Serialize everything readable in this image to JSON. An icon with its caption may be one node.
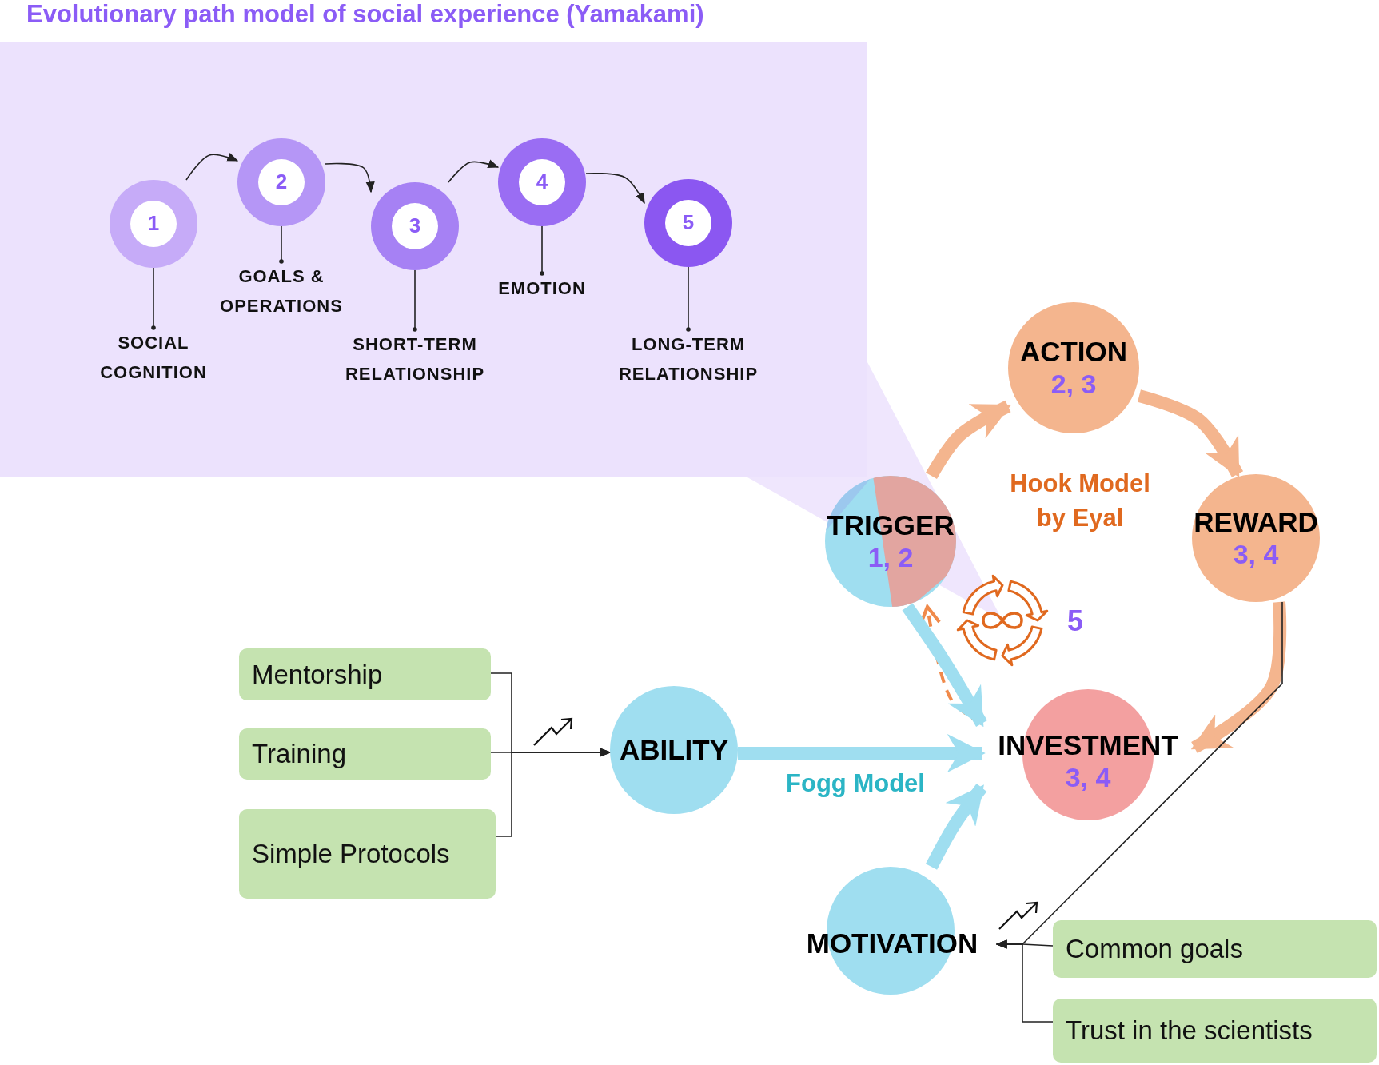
{
  "diagram": {
    "title": "Evolutionary path model of social experience (Yamakami)",
    "nodes": [
      {
        "text": [],
        "shape": "box"
      },
      {
        "text": [
          "1"
        ],
        "in": 0
      },
      {
        "text": [
          "2"
        ],
        "in": 0
      },
      {
        "text": [
          "3"
        ],
        "in": 0
      },
      {
        "text": [
          "4"
        ],
        "in": 0
      },
      {
        "text": [
          "5"
        ],
        "in": 0
      },
      {
        "text": [
          "ACTION",
          "2, 3"
        ]
      },
      {
        "text": [
          "REWARD",
          "3, 4"
        ]
      },
      {
        "text": [
          "INVESTMENT",
          "3, 4"
        ]
      },
      {
        "text": [
          "TRIGGER",
          "1, 2"
        ]
      },
      {
        "text": [
          "ABILITY"
        ]
      },
      {
        "text": [
          "MOTIVATION"
        ]
      },
      {
        "text": [
          "Mentorship"
        ]
      },
      {
        "text": [
          "Training"
        ]
      },
      {
        "text": [
          "Simple Protocols"
        ]
      },
      {
        "text": [
          "Common goals"
        ]
      },
      {
        "text": [
          "Trust in the scientists"
        ]
      },
      {
        "text": [
          "SOCIAL COGNITION"
        ],
        "in": 0
      },
      {
        "text": [
          "GOALS & OPERATIONS"
        ],
        "in": 0
      },
      {
        "text": [
          "SHORT-TERM RELATIONSHIP"
        ],
        "in": 0
      },
      {
        "text": [
          "EMOTION"
        ],
        "in": 0
      },
      {
        "text": [
          "LONG-TERM RELATIONSHIP"
        ],
        "in": 0
      }
    ],
    "edges": [
      {
        "from": 1,
        "to": 2,
        "arrow": "to"
      },
      {
        "from": 2,
        "to": 3,
        "arrow": "to"
      },
      {
        "from": 3,
        "to": 4,
        "arrow": "to"
      },
      {
        "from": 4,
        "to": 5,
        "arrow": "to"
      },
      {
        "from": 9,
        "to": 6,
        "arrow": "to",
        "style": "thick",
        "color": "#f4b58e"
      },
      {
        "from": 6,
        "to": 7,
        "arrow": "to",
        "style": "thick",
        "color": "#f4b58e"
      },
      {
        "from": 7,
        "to": 8,
        "arrow": "to",
        "style": "thick",
        "color": "#f4b58e"
      },
      {
        "from": 8,
        "to": 9,
        "arrow": "to",
        "style": "dashed",
        "color": "#f08a4b"
      },
      {
        "from": 9,
        "to": 8,
        "arrow": "to",
        "style": "thick",
        "color": "#9fdef0"
      },
      {
        "from": 10,
        "to": 8,
        "arrow": "to",
        "style": "thick",
        "color": "#9fdef0"
      },
      {
        "from": 11,
        "to": 8,
        "arrow": "to",
        "style": "thick",
        "color": "#9fdef0"
      },
      {
        "from": 12,
        "to": 10,
        "arrow": "to"
      },
      {
        "from": 13,
        "to": 10,
        "arrow": "to"
      },
      {
        "from": 14,
        "to": 10,
        "arrow": "to"
      },
      {
        "from": 15,
        "to": 11,
        "arrow": "to"
      },
      {
        "from": 16,
        "to": 11,
        "arrow": "to"
      },
      {
        "from": 7,
        "to": 11,
        "arrow": "to"
      },
      {
        "from": 1,
        "to": 17,
        "arrow": "other"
      },
      {
        "from": 2,
        "to": 18,
        "arrow": "other"
      },
      {
        "from": 3,
        "to": 19,
        "arrow": "other"
      },
      {
        "from": 4,
        "to": 20,
        "arrow": "other"
      },
      {
        "from": 5,
        "to": 21,
        "arrow": "other"
      }
    ],
    "labels": [
      "Hook Model by Eyal",
      "Fogg Model",
      "5"
    ]
  }
}
